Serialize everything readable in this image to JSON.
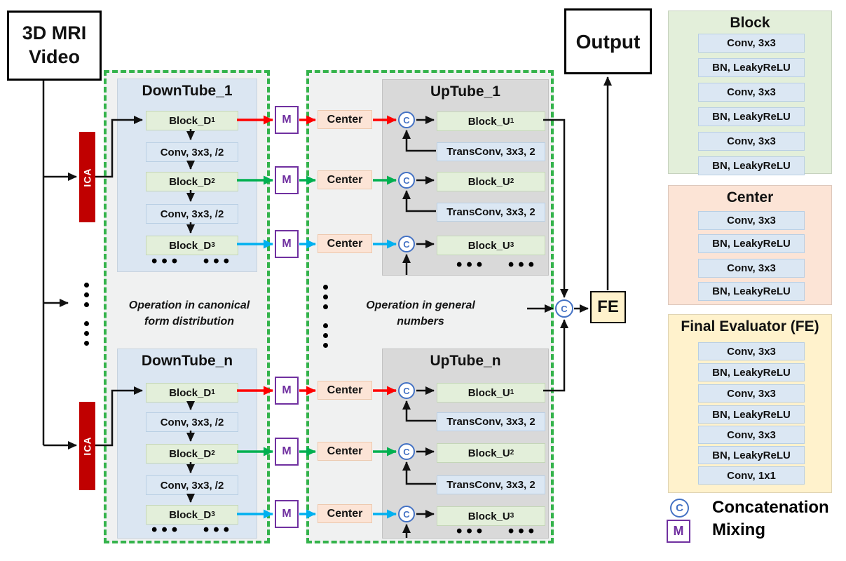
{
  "colors": {
    "dashed_container_green": "#34b34b",
    "arrow_red": "#ff0000",
    "arrow_green": "#00b050",
    "arrow_blue": "#00b0f0",
    "mixing_purple": "#7030a0",
    "concat_blue": "#4472c4",
    "ica_red": "#c00000",
    "block_green": "#e3efda",
    "conv_blue": "#dbe7f3",
    "center_peach": "#fce4d6",
    "fe_yellow": "#fff2cc",
    "uptube_gray": "#d9d9d9",
    "downtube_blue": "#dbe6f2",
    "container_gray": "#f0f1f1"
  },
  "io": {
    "input_line1": "3D MRI",
    "input_line2": "Video",
    "output": "Output",
    "ica": "ICA",
    "fe": "FE"
  },
  "symbols": {
    "mixing": "M",
    "concat": "C"
  },
  "captions": {
    "canonical_line1": "Operation in canonical",
    "canonical_line2": "form distribution",
    "general_line1": "Operation in general",
    "general_line2": "numbers"
  },
  "tubes": {
    "down1_title": "DownTube_1",
    "downn_title": "DownTube_n",
    "up1_title": "UpTube_1",
    "upn_title": "UpTube_n",
    "block_d_base": "Block_D",
    "block_u_base": "Block_U",
    "sub1": "1",
    "sub2": "2",
    "sub3": "3",
    "conv_down": "Conv, 3x3, /2",
    "transconv": "TransConv, 3x3, 2",
    "center": "Center",
    "hdots": "••• •••"
  },
  "panels": {
    "block": {
      "title": "Block",
      "rows": [
        "Conv, 3x3",
        "BN, LeakyReLU",
        "Conv, 3x3",
        "BN, LeakyReLU",
        "Conv, 3x3",
        "BN, LeakyReLU"
      ]
    },
    "center": {
      "title": "Center",
      "rows": [
        "Conv, 3x3",
        "BN, LeakyReLU",
        "Conv, 3x3",
        "BN, LeakyReLU"
      ]
    },
    "fe": {
      "title": "Final Evaluator (FE)",
      "rows": [
        "Conv, 3x3",
        "BN, LeakyReLU",
        "Conv, 3x3",
        "BN, LeakyReLU",
        "Conv, 3x3",
        "BN, LeakyReLU",
        "Conv, 1x1"
      ]
    }
  },
  "legend": {
    "concat": "Concatenation",
    "mixing": "Mixing"
  }
}
